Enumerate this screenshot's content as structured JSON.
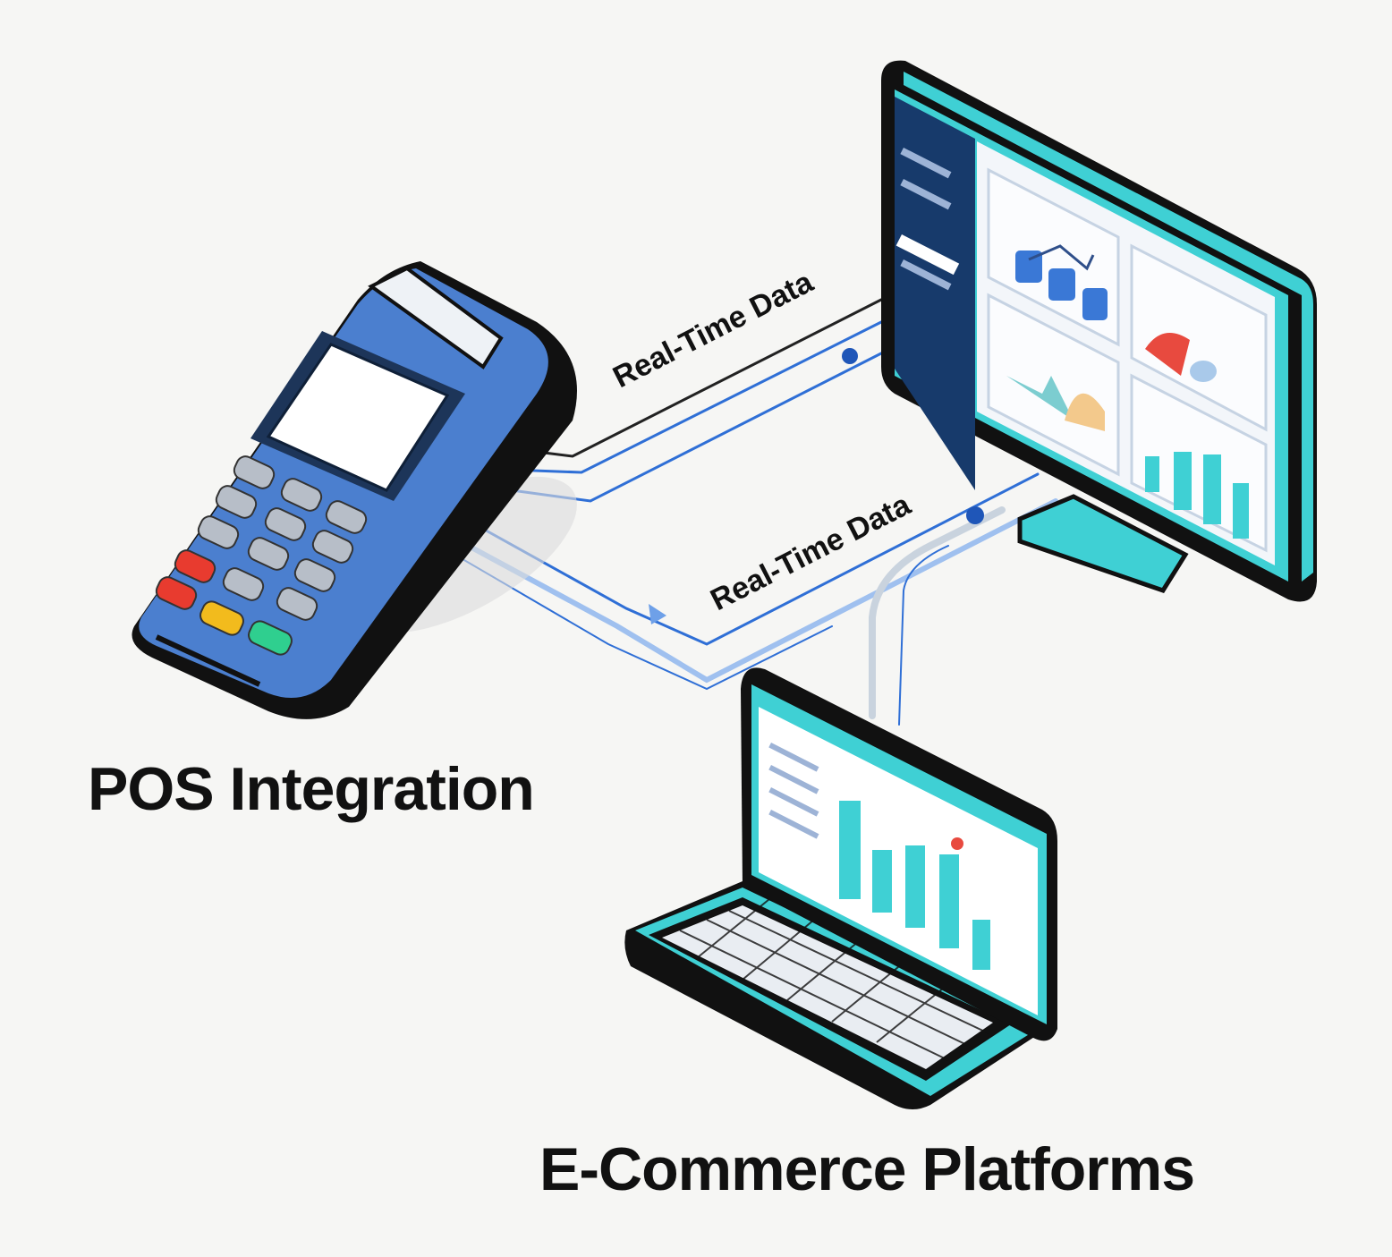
{
  "labels": {
    "pos": "POS Integration",
    "ecommerce": "E-Commerce Platforms",
    "flow_top": "Real-Time Data",
    "flow_bottom": "Real-Time Data"
  },
  "colors": {
    "background": "#f6f6f4",
    "teal": "#3fd0d4",
    "pos_blue": "#4b7fcf",
    "navy": "#173a6b",
    "line_blue": "#2f6fd6",
    "key_red": "#e83b2f",
    "key_yellow": "#f2bb1d",
    "key_green": "#2fcf8f"
  },
  "icons": [
    "pos-terminal-icon",
    "desktop-monitor-icon",
    "laptop-icon"
  ]
}
